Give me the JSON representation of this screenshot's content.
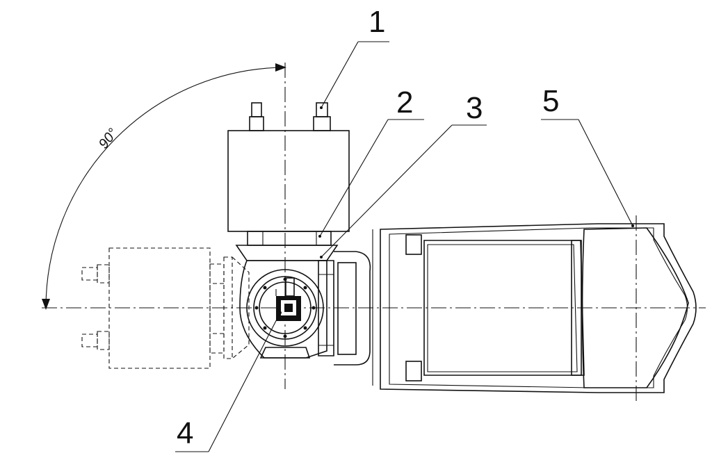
{
  "diagram": {
    "callouts": [
      {
        "id": "1",
        "label": "1"
      },
      {
        "id": "2",
        "label": "2"
      },
      {
        "id": "3",
        "label": "3"
      },
      {
        "id": "4",
        "label": "4"
      },
      {
        "id": "5",
        "label": "5"
      }
    ],
    "rotation_angle": "90°",
    "colors": {
      "line": "#111111",
      "background": "#ffffff"
    }
  }
}
